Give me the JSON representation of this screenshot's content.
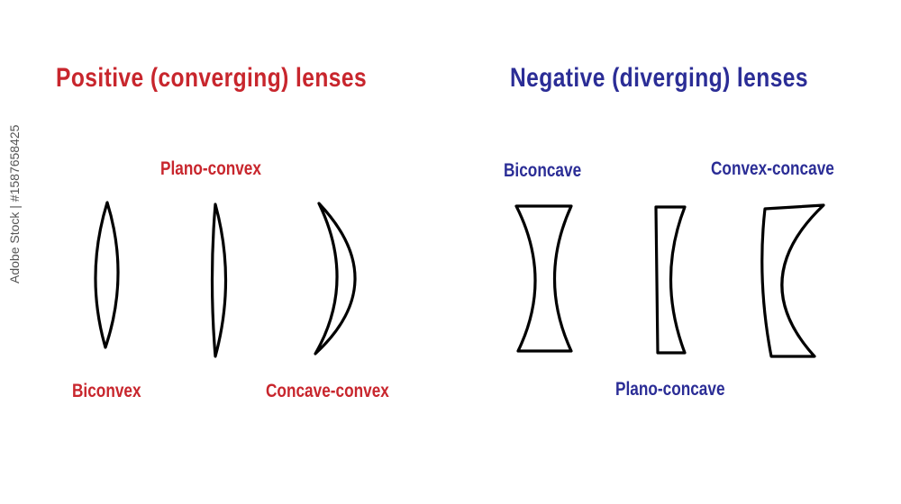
{
  "positive": {
    "title": "Positive (converging) lenses",
    "labels": {
      "biconvex": "Biconvex",
      "plano_convex": "Plano-convex",
      "concave_convex": "Concave-convex"
    }
  },
  "negative": {
    "title": "Negative (diverging) lenses",
    "labels": {
      "biconcave": "Biconcave",
      "plano_concave": "Plano-concave",
      "convex_concave": "Convex-concave"
    }
  },
  "stock_id": "Adobe Stock | #1587658425",
  "colors": {
    "positive": "#c8262d",
    "negative": "#2b2d96",
    "outline": "#000000"
  }
}
